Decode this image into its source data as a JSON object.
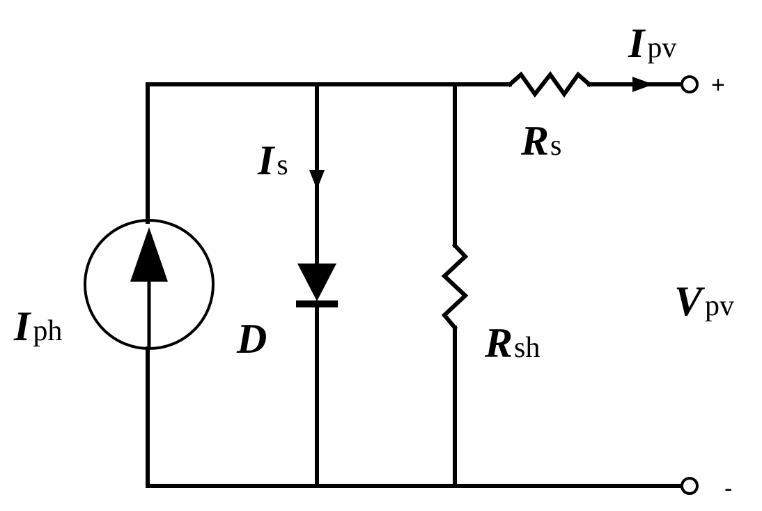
{
  "labels": {
    "current_source": {
      "main": "I",
      "sub": "ph"
    },
    "diode_current": {
      "main": "I",
      "sub": "s"
    },
    "diode": {
      "main": "D"
    },
    "series_resistor": {
      "main": "R",
      "sub": "s"
    },
    "shunt_resistor": {
      "main": "R",
      "sub": "sh"
    },
    "output_current": {
      "main": "I",
      "sub": "pv"
    },
    "output_voltage": {
      "main": "V",
      "sub": "pv"
    },
    "positive_terminal": "+",
    "negative_terminal": "-"
  }
}
